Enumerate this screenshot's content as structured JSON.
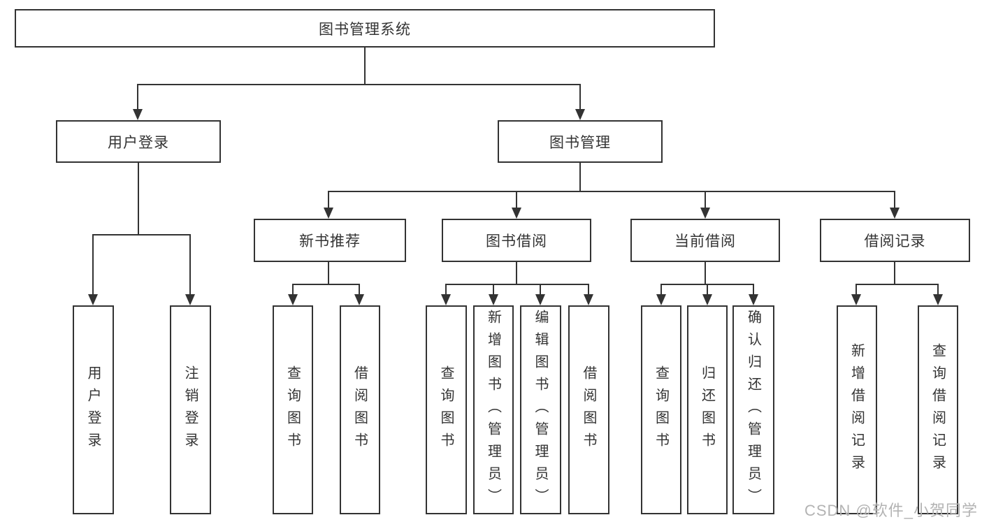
{
  "diagram": {
    "type": "tree",
    "root": {
      "label": "图书管理系统"
    },
    "children": [
      {
        "label": "用户登录",
        "children": [
          {
            "label": "用户登录"
          },
          {
            "label": "注销登录"
          }
        ]
      },
      {
        "label": "图书管理",
        "children": [
          {
            "label": "新书推荐",
            "children": [
              {
                "label": "查询图书"
              },
              {
                "label": "借阅图书"
              }
            ]
          },
          {
            "label": "图书借阅",
            "children": [
              {
                "label": "查询图书"
              },
              {
                "label": "新增图书（管理员）"
              },
              {
                "label": "编辑图书（管理员）"
              },
              {
                "label": "借阅图书"
              }
            ]
          },
          {
            "label": "当前借阅",
            "children": [
              {
                "label": "查询图书"
              },
              {
                "label": "归还图书"
              },
              {
                "label": "确认归还（管理员）"
              }
            ]
          },
          {
            "label": "借阅记录",
            "children": [
              {
                "label": "新增借阅记录"
              },
              {
                "label": "查询借阅记录"
              }
            ]
          }
        ]
      }
    ]
  },
  "watermark": {
    "text": "CSDN @软件_小贺同学"
  },
  "colors": {
    "line": "#333333",
    "box_border": "#333333",
    "text": "#333333",
    "watermark": "#b3b3b3",
    "background": "#ffffff"
  }
}
